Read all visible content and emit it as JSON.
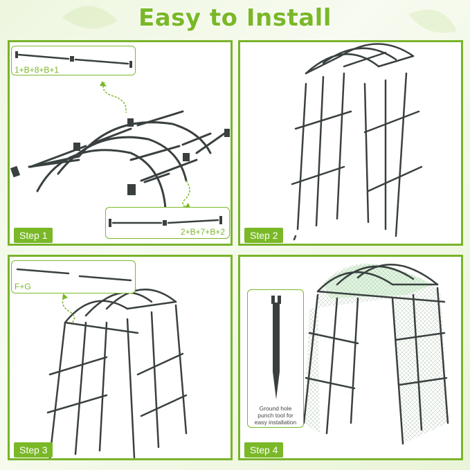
{
  "title": "Easy to Install",
  "steps": [
    {
      "tag": "Step 1",
      "callouts": [
        "1+B+8+B+1",
        "2+B+7+B+2"
      ]
    },
    {
      "tag": "Step 2"
    },
    {
      "tag": "Step 3",
      "callouts": [
        "F+G"
      ]
    },
    {
      "tag": "Step 4",
      "tool_caption": [
        "Ground hole",
        "punch tool for",
        "easy installation"
      ]
    }
  ],
  "colors": {
    "accent": "#7ab828",
    "border": "#78b42a",
    "frame": "#3a4040",
    "net": "#6f8f6a"
  }
}
